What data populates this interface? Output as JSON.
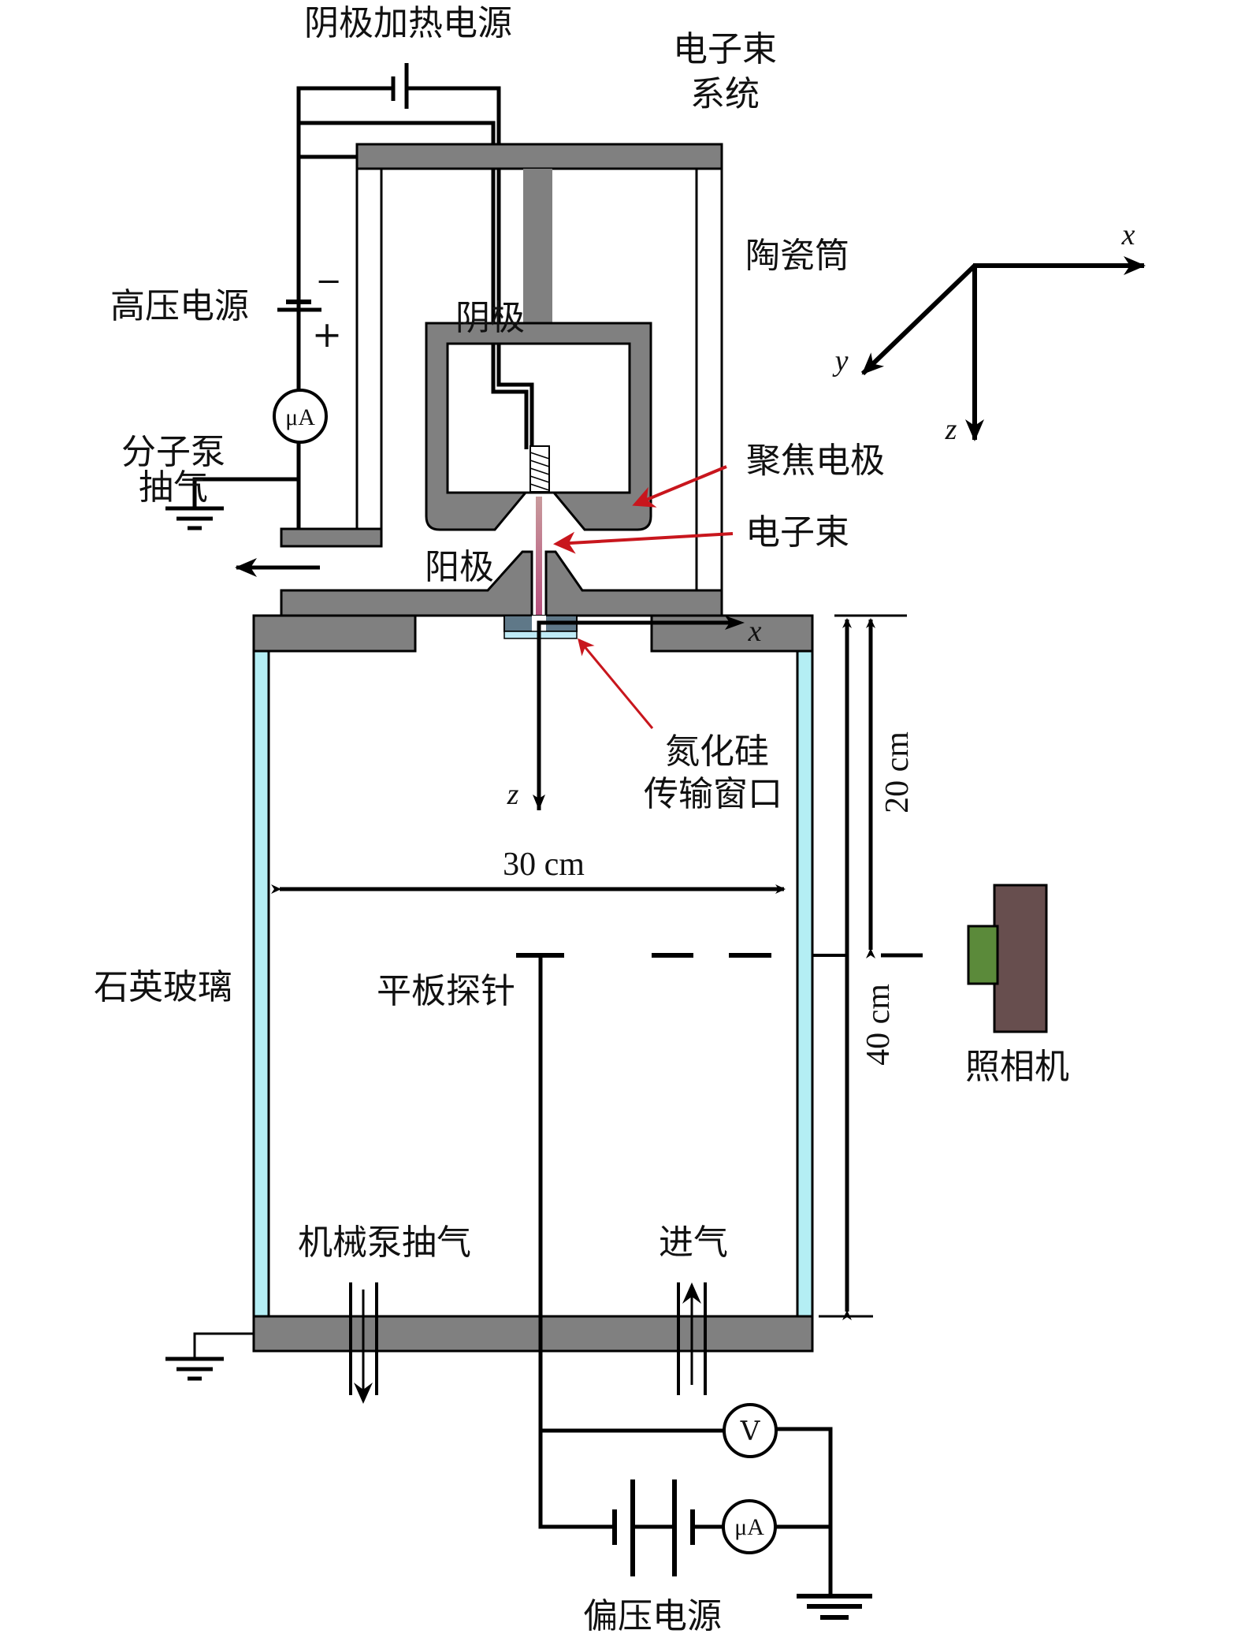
{
  "title": "电子束等离子体实验装置示意图",
  "colors": {
    "metal": "#808080",
    "quartz": "#b4eef4",
    "window_frame": "#5f7888",
    "window_film": "#bfeaf5",
    "beam_top": "#c89a9c",
    "beam_bottom": "#b8507e",
    "pointer_red": "#c8161d",
    "camera_body": "#674e4e",
    "camera_lens": "#5b8a3a"
  },
  "labels": {
    "cathode_heater_supply": "阴极加热电源",
    "ebeam_system_line1": "电子束",
    "ebeam_system_line2": "系统",
    "ceramic_tube": "陶瓷筒",
    "hv_supply": "高压电源",
    "hv_minus": "−",
    "hv_plus": "+",
    "cathode": "阴极",
    "focus_electrode": "聚焦电极",
    "electron_beam": "电子束",
    "anode": "阳极",
    "molecular_pump_line1": "分子泵",
    "molecular_pump_line2": "抽气",
    "sin_window_line1": "氮化硅",
    "sin_window_line2": "传输窗口",
    "quartz_glass": "石英玻璃",
    "plate_probe": "平板探针",
    "camera": "照相机",
    "mech_pump": "机械泵抽气",
    "gas_inlet": "进气",
    "bias_supply": "偏压电源"
  },
  "axes": {
    "global": {
      "x": "x",
      "y": "y",
      "z": "z"
    },
    "local": {
      "x": "x",
      "z": "z"
    }
  },
  "dimensions": {
    "width": "30 cm",
    "probe_depth": "20 cm",
    "chamber_height": "40 cm"
  },
  "meters": {
    "hv_ammeter": "μA",
    "bias_voltmeter": "V",
    "bias_ammeter": "μA"
  }
}
